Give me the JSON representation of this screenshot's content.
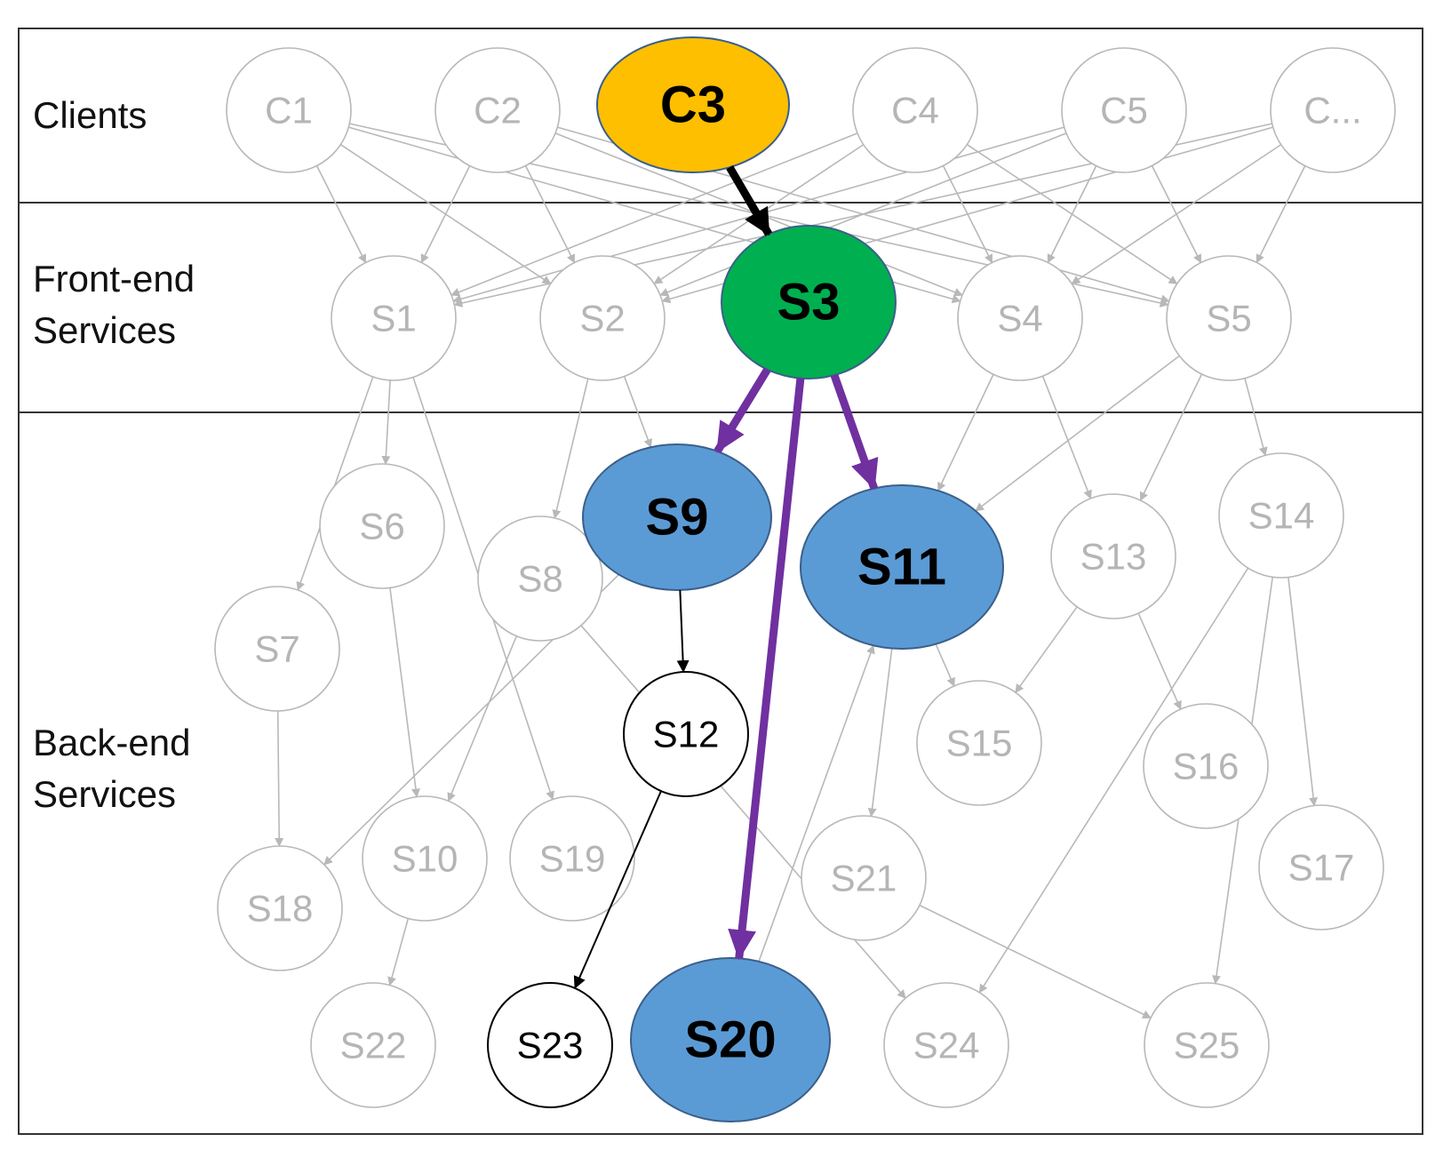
{
  "layers": [
    {
      "id": "clients",
      "label_lines": [
        "Clients"
      ]
    },
    {
      "id": "frontend",
      "label_lines": [
        "Front-end",
        "Services"
      ]
    },
    {
      "id": "backend",
      "label_lines": [
        "Back-end",
        "Services"
      ]
    }
  ],
  "colors": {
    "faded_stroke": "#b8b8b8",
    "faded_text": "#b5b5b5",
    "client_highlight": "#fdbf00",
    "frontend_highlight": "#00b050",
    "backend_highlight": "#5b9bd5",
    "highlight_stroke": "#3b5f8a",
    "path_purple": "#7030a0",
    "path_black": "#000000",
    "border": "#333333"
  },
  "nodes": [
    {
      "id": "C1",
      "label": "C1",
      "style": "faded"
    },
    {
      "id": "C2",
      "label": "C2",
      "style": "faded"
    },
    {
      "id": "C3",
      "label": "C3",
      "style": "client-highlight"
    },
    {
      "id": "C4",
      "label": "C4",
      "style": "faded"
    },
    {
      "id": "C5",
      "label": "C5",
      "style": "faded"
    },
    {
      "id": "C6",
      "label": "C...",
      "style": "faded"
    },
    {
      "id": "S1",
      "label": "S1",
      "style": "faded"
    },
    {
      "id": "S2",
      "label": "S2",
      "style": "faded"
    },
    {
      "id": "S3",
      "label": "S3",
      "style": "frontend-highlight"
    },
    {
      "id": "S4",
      "label": "S4",
      "style": "faded"
    },
    {
      "id": "S5",
      "label": "S5",
      "style": "faded"
    },
    {
      "id": "S6",
      "label": "S6",
      "style": "faded"
    },
    {
      "id": "S7",
      "label": "S7",
      "style": "faded"
    },
    {
      "id": "S8",
      "label": "S8",
      "style": "faded"
    },
    {
      "id": "S9",
      "label": "S9",
      "style": "backend-highlight"
    },
    {
      "id": "S10",
      "label": "S10",
      "style": "faded"
    },
    {
      "id": "S11",
      "label": "S11",
      "style": "backend-highlight"
    },
    {
      "id": "S12",
      "label": "S12",
      "style": "plain"
    },
    {
      "id": "S13",
      "label": "S13",
      "style": "faded"
    },
    {
      "id": "S14",
      "label": "S14",
      "style": "faded"
    },
    {
      "id": "S15",
      "label": "S15",
      "style": "faded"
    },
    {
      "id": "S16",
      "label": "S16",
      "style": "faded"
    },
    {
      "id": "S17",
      "label": "S17",
      "style": "faded"
    },
    {
      "id": "S18",
      "label": "S18",
      "style": "faded"
    },
    {
      "id": "S19",
      "label": "S19",
      "style": "faded"
    },
    {
      "id": "S20",
      "label": "S20",
      "style": "backend-highlight"
    },
    {
      "id": "S21",
      "label": "S21",
      "style": "faded"
    },
    {
      "id": "S22",
      "label": "S22",
      "style": "faded"
    },
    {
      "id": "S23",
      "label": "S23",
      "style": "plain"
    },
    {
      "id": "S24",
      "label": "S24",
      "style": "faded"
    },
    {
      "id": "S25",
      "label": "S25",
      "style": "faded"
    }
  ],
  "edges": [
    {
      "from": "C1",
      "to": "S1",
      "style": "faded"
    },
    {
      "from": "C1",
      "to": "S2",
      "style": "faded"
    },
    {
      "from": "C1",
      "to": "S4",
      "style": "faded"
    },
    {
      "from": "C1",
      "to": "S5",
      "style": "faded"
    },
    {
      "from": "C2",
      "to": "S1",
      "style": "faded"
    },
    {
      "from": "C2",
      "to": "S2",
      "style": "faded"
    },
    {
      "from": "C2",
      "to": "S4",
      "style": "faded"
    },
    {
      "from": "C2",
      "to": "S5",
      "style": "faded"
    },
    {
      "from": "C4",
      "to": "S1",
      "style": "faded"
    },
    {
      "from": "C4",
      "to": "S2",
      "style": "faded"
    },
    {
      "from": "C4",
      "to": "S4",
      "style": "faded"
    },
    {
      "from": "C4",
      "to": "S5",
      "style": "faded"
    },
    {
      "from": "C5",
      "to": "S1",
      "style": "faded"
    },
    {
      "from": "C5",
      "to": "S2",
      "style": "faded"
    },
    {
      "from": "C5",
      "to": "S4",
      "style": "faded"
    },
    {
      "from": "C5",
      "to": "S5",
      "style": "faded"
    },
    {
      "from": "C6",
      "to": "S1",
      "style": "faded"
    },
    {
      "from": "C6",
      "to": "S2",
      "style": "faded"
    },
    {
      "from": "C6",
      "to": "S4",
      "style": "faded"
    },
    {
      "from": "C6",
      "to": "S5",
      "style": "faded"
    },
    {
      "from": "S1",
      "to": "S6",
      "style": "faded"
    },
    {
      "from": "S1",
      "to": "S7",
      "style": "faded"
    },
    {
      "from": "S1",
      "to": "S19",
      "style": "faded"
    },
    {
      "from": "S2",
      "to": "S8",
      "style": "faded"
    },
    {
      "from": "S2",
      "to": "S9",
      "style": "faded"
    },
    {
      "from": "S4",
      "to": "S11",
      "style": "faded"
    },
    {
      "from": "S4",
      "to": "S13",
      "style": "faded"
    },
    {
      "from": "S5",
      "to": "S11",
      "style": "faded"
    },
    {
      "from": "S5",
      "to": "S13",
      "style": "faded"
    },
    {
      "from": "S5",
      "to": "S14",
      "style": "faded"
    },
    {
      "from": "S6",
      "to": "S10",
      "style": "faded"
    },
    {
      "from": "S7",
      "to": "S18",
      "style": "faded"
    },
    {
      "from": "S8",
      "to": "S10",
      "style": "faded"
    },
    {
      "from": "S8",
      "to": "S24",
      "style": "faded"
    },
    {
      "from": "S9",
      "to": "S18",
      "style": "faded"
    },
    {
      "from": "S10",
      "to": "S22",
      "style": "faded"
    },
    {
      "from": "S11",
      "to": "S15",
      "style": "faded"
    },
    {
      "from": "S11",
      "to": "S21",
      "style": "faded"
    },
    {
      "from": "S20",
      "to": "S11",
      "style": "faded"
    },
    {
      "from": "S13",
      "to": "S15",
      "style": "faded"
    },
    {
      "from": "S13",
      "to": "S16",
      "style": "faded"
    },
    {
      "from": "S14",
      "to": "S17",
      "style": "faded"
    },
    {
      "from": "S14",
      "to": "S25",
      "style": "faded"
    },
    {
      "from": "S14",
      "to": "S24",
      "style": "faded"
    },
    {
      "from": "S21",
      "to": "S25",
      "style": "faded"
    },
    {
      "from": "C3",
      "to": "S3",
      "style": "black-thick"
    },
    {
      "from": "S3",
      "to": "S9",
      "style": "purple"
    },
    {
      "from": "S3",
      "to": "S11",
      "style": "purple"
    },
    {
      "from": "S3",
      "to": "S20",
      "style": "purple"
    },
    {
      "from": "S9",
      "to": "S12",
      "style": "black"
    },
    {
      "from": "S12",
      "to": "S23",
      "style": "black"
    }
  ]
}
